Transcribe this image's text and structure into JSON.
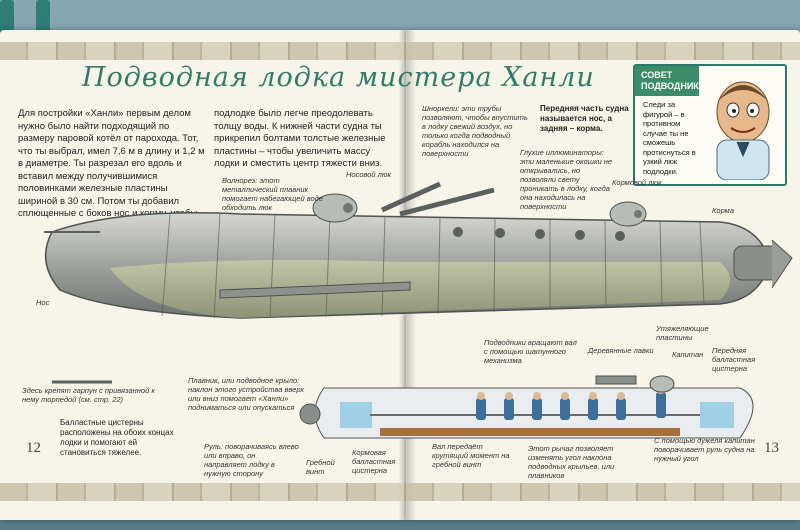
{
  "title": "Подводная лодка мистера Ханли",
  "left_text": {
    "column1": "Для постройки «Ханли» первым делом нужно было найти подходящий по размеру паровой котёл от парохода. Тот, что ты выбрал, имел 7,6 м в длину и 1,2 м в диаметре. Ты разрезал его вдоль и вставил между получившимися половинками железные пластины шириной в 30 см. Потом ты добавил сплющенные с боков нос и корму, чтобы",
    "column2": "подлодке было легче преодолевать толщу воды. К нижней части судна ты прикрепил болтами толстые железные пластины – чтобы увеличить массу лодки и сместить центр тяжести вниз."
  },
  "advice": {
    "heading": "СОВЕТ ПОДВОДНИКУ",
    "text": "Следи за фигурой – в противном случае ты не сможешь протиснуться в узкий люк подлодки."
  },
  "right_intro": "Передняя часть судна называется нос, а задняя – корма.",
  "annotations": {
    "fin": "Волнорез: этот металлический плавник помогает набегающей воде обходить люк",
    "bow_hatch": "Носовой люк",
    "snorkels": "Шноркели: эти трубы позволяют, чтобы впустить в лодку свежий воздух, но только когда подводный корабль находился на поверхности",
    "portholes": "Глухие иллюминаторы: эти маленькие окошки не открывались, но позволяли свету проникать в лодку, когда она находилась на поверхности",
    "stern_hatch": "Кормовой люк",
    "stern": "Корма",
    "nose": "Нос",
    "harpoon": "Здесь крепят гарпун с привязанной к нему торпедой (см. стр. 22)",
    "diving_planes": "Плавник, или подводное крыло: наклон этого устройства вверх или вниз помогает «Ханли» подниматься или опускаться",
    "ballast_tanks": "Балластные цистерны расположены на обоих концах лодки и помогают ей становиться тяжелее.",
    "rudder": "Руль: поворачиваясь влево или вправо, он направляет лодку в нужную сторону",
    "propeller": "Гребной винт",
    "stern_ballast": "Кормовая балластная цистерна",
    "shaft": "Вал передаёт крутящий момент на гребной винт",
    "crew": "Подводники вращают вал с помощью шатунного механизма",
    "benches": "Деревянные лавки",
    "weights": "Утяжеляющие пластины",
    "captain": "Капитан",
    "front_ballast": "Передняя балластная цистерна",
    "lever": "Этот рычаг позволяет изменять угол наклона подводных крыльев, или плавников",
    "pump": "С помощью дужеля капитан поворачивает руль судна на нужный угол"
  },
  "page_numbers": {
    "left": "12",
    "right": "13"
  }
}
